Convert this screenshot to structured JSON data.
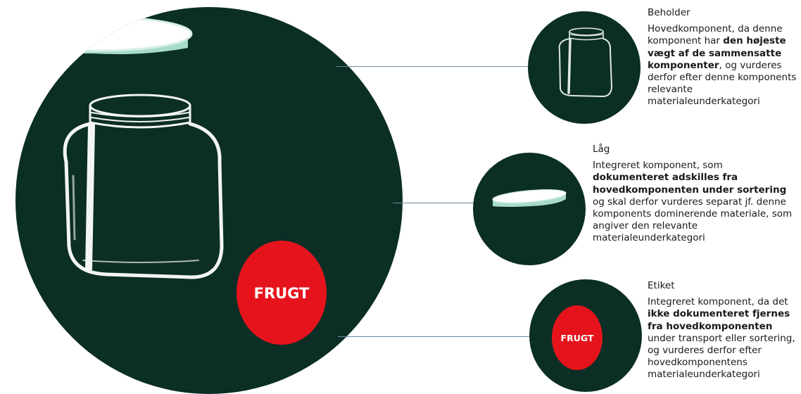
{
  "colors": {
    "background": "#ffffff",
    "circle_fill": "#0b2e25",
    "lid_color": "#a7dcc8",
    "label_red": "#e5141c",
    "connector": "#6a8aa0"
  },
  "main_illustration": {
    "label_text": "FRUGT"
  },
  "components": [
    {
      "title": "Beholder",
      "desc_before": "Hovedkomponent, da denne komponent har ",
      "desc_bold": "den højeste vægt af de sammensatte komponenter",
      "desc_after": ", og vurderes derfor efter denne komponents relevante materialeunderkategori"
    },
    {
      "title": "Låg",
      "desc_before": "Integreret komponent, som ",
      "desc_bold": "dokumenteret adskilles fra hovedkomponenten under sortering",
      "desc_after": " og skal derfor vurderes separat jf. denne komponents dominerende materiale, som angiver den relevante materialeunderkategori"
    },
    {
      "title": "Etiket",
      "desc_before": "Integreret komponent, da det ",
      "desc_bold": "ikke dokumenteret fjernes fra hovedkomponenten",
      "desc_after": " under transport eller sortering, og vurderes derfor efter hovedkomponentens materialeunderkategori",
      "label_text": "FRUGT"
    }
  ]
}
